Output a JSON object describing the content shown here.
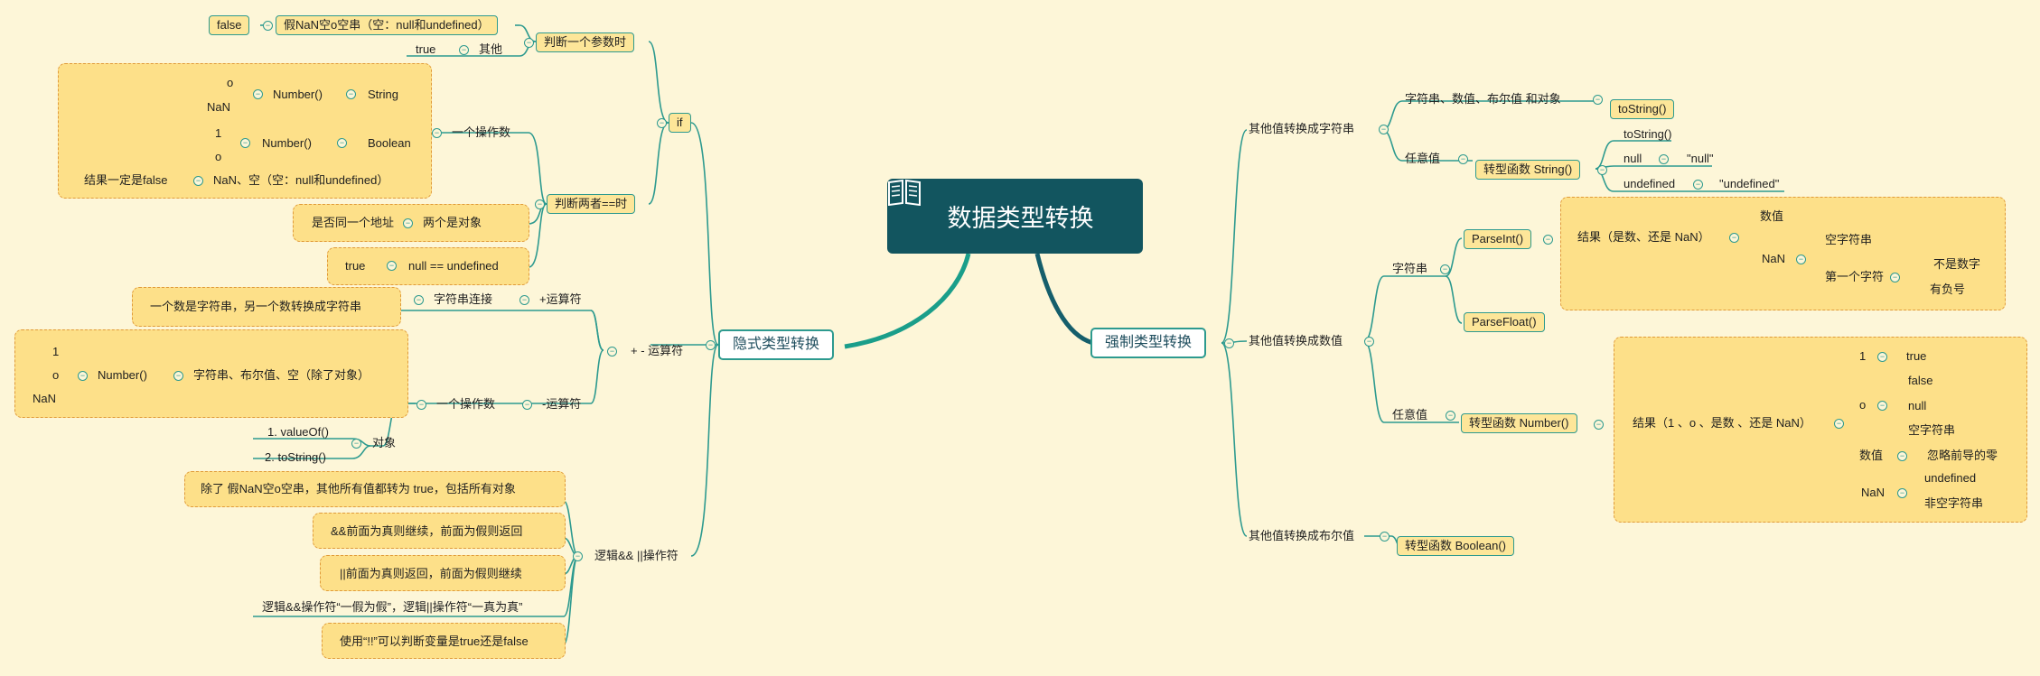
{
  "root": {
    "title": "数据类型转换"
  },
  "left": {
    "label": "隐式类型转换",
    "if": {
      "label": "if",
      "single_param": {
        "label": "判断一个参数时",
        "falsy": "假NaN空o空串（空：null和undefined）",
        "false_value": "false",
        "others": "其他",
        "true_value": "true"
      },
      "double_eq": {
        "label": "判断两者==时",
        "one_operand": "一个操作数",
        "string_row": {
          "kind": "String",
          "fn": "Number()",
          "results": [
            "o",
            "NaN"
          ]
        },
        "boolean_row": {
          "kind": "Boolean",
          "fn": "Number()",
          "results": [
            "1",
            "o"
          ]
        },
        "null_row": {
          "text": "NaN、空（空：null和undefined）",
          "result": "结果一定是false"
        },
        "both_objects": "两个是对象",
        "same_address": "是否同一个地址",
        "null_eq": "null == undefined",
        "null_eq_result": "true"
      }
    },
    "arith": {
      "label": "+ - 运算符",
      "plus": "+运算符",
      "concat": "字符串连接",
      "concat_note": "一个数是字符串，另一个数转换成字符串",
      "minus": "-运算符",
      "one_operand": "一个操作数",
      "prim": "字符串、布尔值、空（除了对象）",
      "fn": "Number()",
      "results": [
        "1",
        "o",
        "NaN"
      ],
      "object": "对象",
      "object_steps": [
        "1. valueOf()",
        "2. toString()"
      ]
    },
    "logic": {
      "label": "逻辑&& ||操作符",
      "notes": [
        "除了 假NaN空o空串，其他所有值都转为 true，包括所有对象",
        "&&前面为真则继续，前面为假则返回",
        "||前面为真则返回，前面为假则继续",
        "逻辑&&操作符“一假为假”，逻辑||操作符“一真为真”",
        "使用“!!”可以判断变量是true还是false"
      ]
    }
  },
  "right": {
    "label": "强制类型转换",
    "to_string": {
      "label": "其他值转换成字符串",
      "prims": "字符串、数值、布尔值 和对象",
      "to_string_fn": "toString()",
      "any": "任意值",
      "string_fn": "转型函数 String()",
      "string_cases": [
        {
          "input": "toString()",
          "output": ""
        },
        {
          "input": "null",
          "output": "\"null\""
        },
        {
          "input": "undefined",
          "output": "\"undefined\""
        }
      ]
    },
    "to_number": {
      "label": "其他值转换成数值",
      "string": "字符串",
      "parse_int": "ParseInt()",
      "parse_float": "ParseFloat()",
      "parse_result": "结果（是数、还是 NaN）",
      "parse_numeric": "数值",
      "parse_nan": "NaN",
      "parse_nan_cases": [
        "空字符串",
        "第一个字符"
      ],
      "first_char_cases": [
        "不是数字",
        "有负号"
      ],
      "any": "任意值",
      "number_fn": "转型函数  Number()",
      "number_result": "结果（1 、o 、是数 、还是 NaN）",
      "one": "1",
      "one_case": "true",
      "zero": "o",
      "zero_cases": [
        "false",
        "null",
        "空字符串"
      ],
      "numeric": "数值",
      "numeric_case": "忽略前导的零",
      "nan": "NaN",
      "nan_cases": [
        "undefined",
        "非空字符串"
      ]
    },
    "to_boolean": {
      "label": "其他值转换成布尔值",
      "fn": "转型函数  Boolean()"
    }
  },
  "colors": {
    "background": "#fdf6d8",
    "root": "#12555f",
    "line": "#2d9a8f",
    "box": "#fde699",
    "dashed_border": "#e09a3a"
  }
}
